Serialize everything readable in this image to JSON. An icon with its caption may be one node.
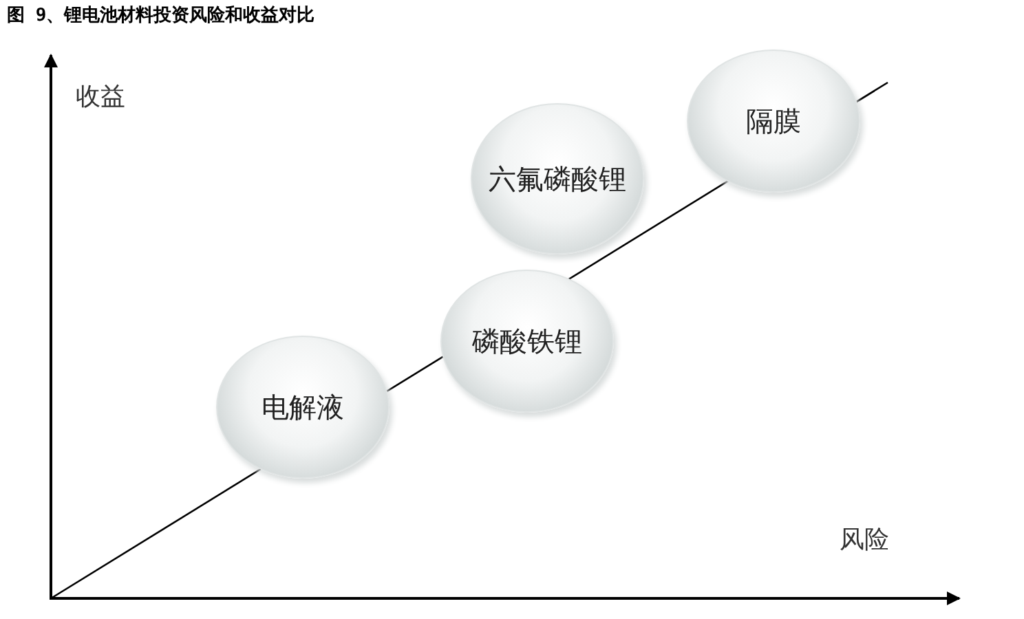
{
  "diagram": {
    "title": "图 9、锂电池材料投资风险和收益对比",
    "nodes": [
      {
        "text": [
          "隔膜"
        ]
      },
      {
        "text": [
          "六氟磷酸锂"
        ]
      },
      {
        "text": [
          "磷酸铁锂"
        ]
      },
      {
        "text": [
          "电解液"
        ]
      }
    ],
    "labels": [
      "收益",
      "风险"
    ]
  }
}
